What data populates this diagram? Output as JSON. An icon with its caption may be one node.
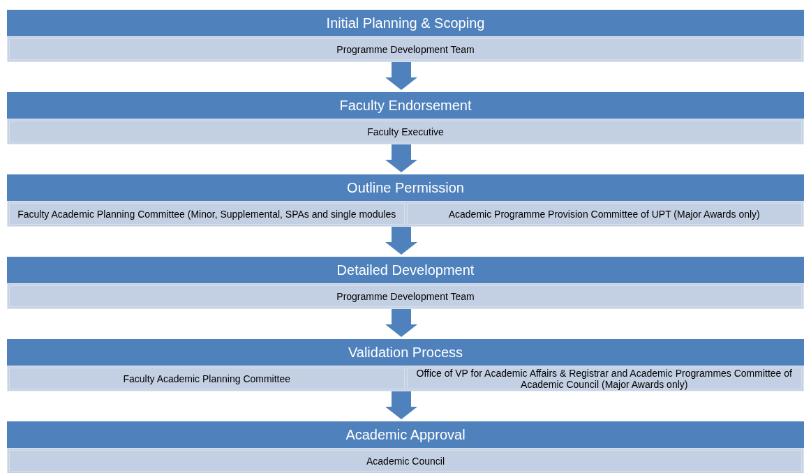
{
  "diagram": {
    "nodes": [
      {
        "text": [
          "Initial Planning & Scoping"
        ]
      },
      {
        "text": [
          "Programme Development Team"
        ],
        "in": 0
      },
      {
        "text": [
          "Faculty Endorsement"
        ]
      },
      {
        "text": [
          "Faculty Executive"
        ],
        "in": 2
      },
      {
        "text": [
          "Outline Permission"
        ]
      },
      {
        "text": [
          "Faculty Academic Planning Committee (Minor, Supplemental, SPAs and single modules"
        ],
        "in": 4
      },
      {
        "text": [
          "Academic Programme Provision Committee of UPT (Major Awards only)"
        ],
        "in": 4
      },
      {
        "text": [
          "Detailed Development"
        ]
      },
      {
        "text": [
          "Programme Development Team"
        ],
        "in": 7
      },
      {
        "text": [
          "Validation Process"
        ]
      },
      {
        "text": [
          "Faculty Academic Planning Committee"
        ],
        "in": 9
      },
      {
        "text": [
          "Office of VP for Academic Affairs & Registrar and Academic Programmes Committee of Academic Council (Major Awards only)"
        ],
        "in": 9
      },
      {
        "text": [
          "Academic Approval"
        ]
      },
      {
        "text": [
          "Academic Council"
        ],
        "in": 12
      }
    ],
    "edges": [
      {
        "from": 0,
        "to": 2,
        "arrow": "to"
      },
      {
        "from": 2,
        "to": 4,
        "arrow": "to"
      },
      {
        "from": 4,
        "to": 7,
        "arrow": "to"
      },
      {
        "from": 7,
        "to": 9,
        "arrow": "to"
      },
      {
        "from": 9,
        "to": 12,
        "arrow": "to"
      }
    ]
  }
}
